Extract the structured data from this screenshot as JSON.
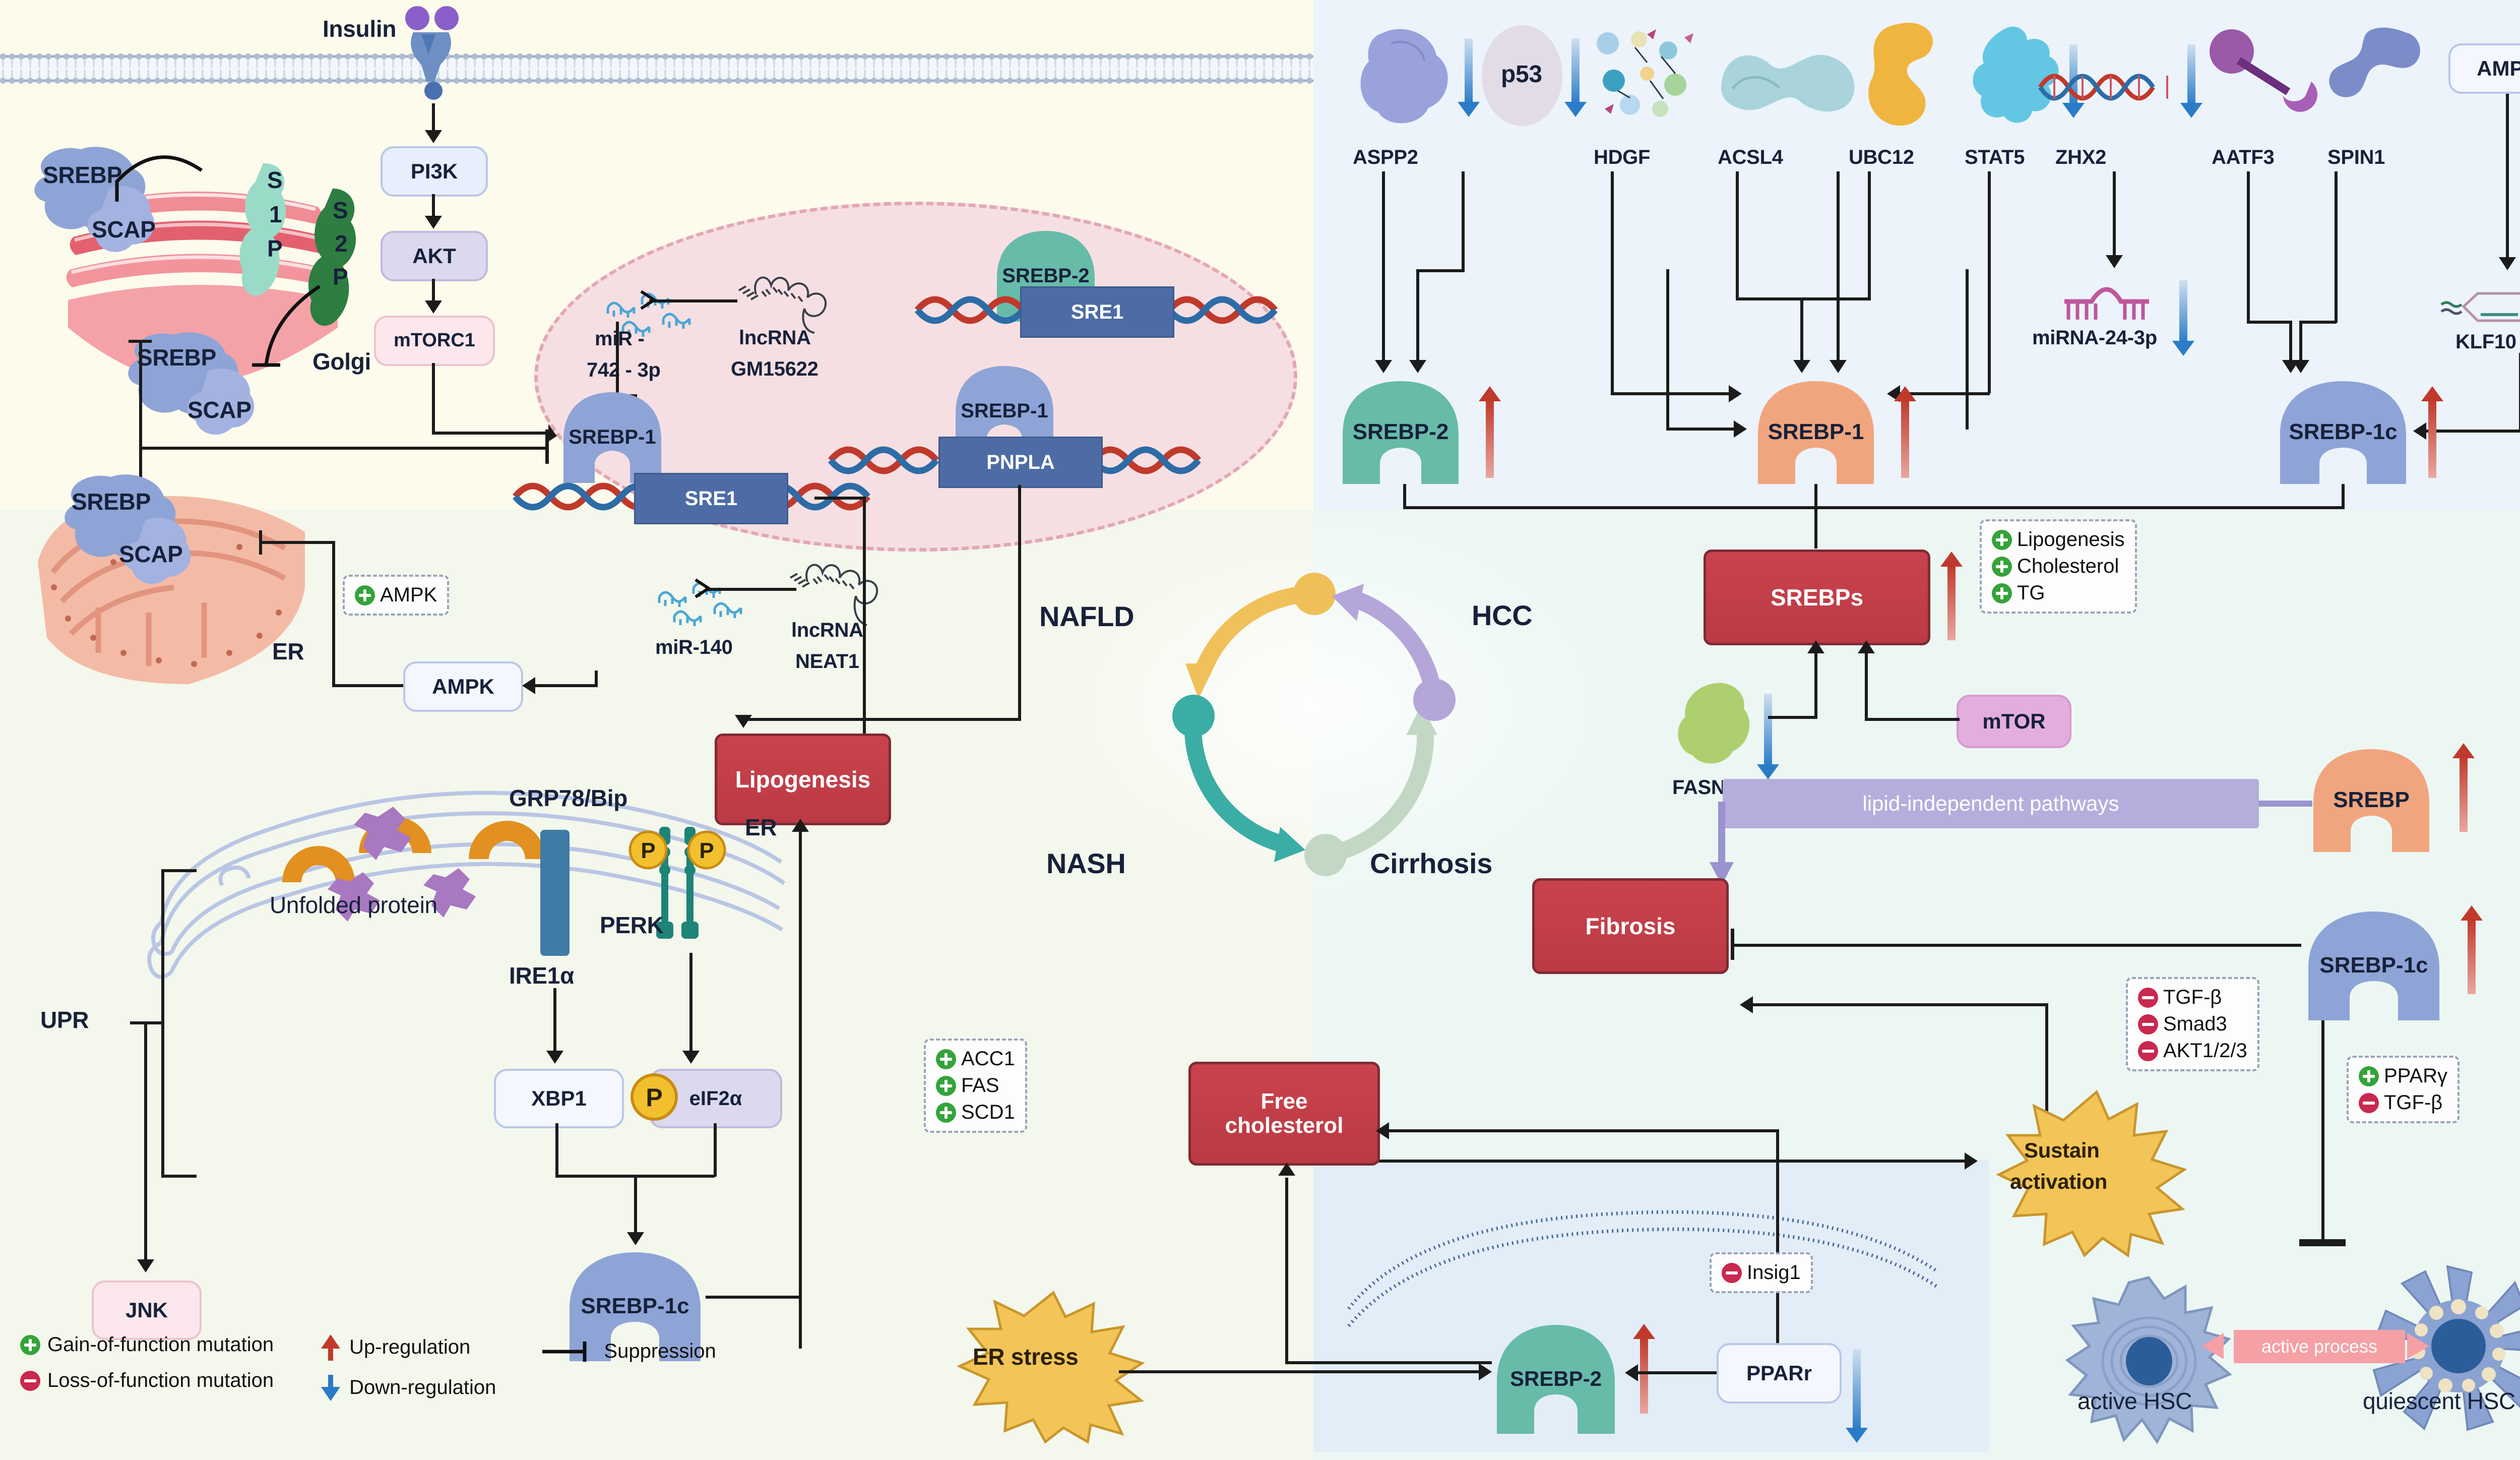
{
  "quadrants": {
    "top_left_bg": "#fdfbec",
    "top_right_bg": "#ecf3fb",
    "bottom_left_bg": "#f4f7ec",
    "bottom_right_bg": "#ecf7f3",
    "sub_panel_bg": "#e3edf8",
    "nucleus_bg": "#f6dfe2"
  },
  "top_left": {
    "insulin": "Insulin",
    "pi3k": "PI3K",
    "akt": "AKT",
    "mtorc1": "mTORC1",
    "golgi": "Golgi",
    "er": "ER",
    "srebp_golgi_top": "SREBP",
    "scap_golgi_top": "SCAP",
    "srebp_golgi_bottom": "SREBP",
    "scap_golgi_bottom": "SCAP",
    "s1p": "S\n1\nP",
    "s1p_chars": [
      "S",
      "1",
      "P"
    ],
    "s2p_chars": [
      "S",
      "2",
      "P"
    ],
    "srebp_er": "SREBP",
    "scap_er": "SCAP",
    "ampk_node": "AMPK",
    "ampk_gain": "AMPK"
  },
  "nucleus": {
    "mir742": "miR -\n742 - 3p",
    "mir742_l1": "miR -",
    "mir742_l2": "742 - 3p",
    "lncrna_gm15622_l1": "lncRNA",
    "lncrna_gm15622_l2": "GM15622",
    "mir140": "miR-140",
    "lncrna_neat1_l1": "lncRNA",
    "lncrna_neat1_l2": "NEAT1",
    "srebp1_left": "SREBP-1",
    "srebp1_right": "SREBP-1",
    "srebp2": "SREBP-2",
    "sre1_left": "SRE1",
    "sre1_right": "SRE1",
    "pnpla": "PNPLA"
  },
  "center_cycle": {
    "nafld": "NAFLD",
    "hcc": "HCC",
    "nash": "NASH",
    "cirrhosis": "Cirrhosis",
    "colors": {
      "nafld": "#f0c05a",
      "nash": "#3aada4",
      "cirrhosis": "#c3d8c4",
      "hcc": "#b5a6da"
    }
  },
  "lipogenesis": {
    "label": "Lipogenesis",
    "targets": [
      "ACC1",
      "FAS",
      "SCD1"
    ],
    "target_signs": [
      "plus",
      "plus",
      "plus"
    ]
  },
  "top_right": {
    "regulators": [
      {
        "name": "ASPP2",
        "icon": "protein-blob-blue",
        "arrow": "down"
      },
      {
        "name": "p53",
        "icon": "oval-p53",
        "arrow": "down"
      },
      {
        "name": "HDGF",
        "icon": "particle-cluster",
        "arrow": "none"
      },
      {
        "name": "ACSL4",
        "icon": "protein-blob-teal",
        "arrow": "none"
      },
      {
        "name": "UBC12",
        "icon": "protein-blob-gold",
        "arrow": "none"
      },
      {
        "name": "STAT5",
        "icon": "protein-blob-cyan",
        "arrow": "down"
      },
      {
        "name": "ZHX2",
        "icon": "dna-helix",
        "arrow": "down"
      },
      {
        "name": "AATF3",
        "icon": "dumbbell-purple",
        "arrow": "none"
      },
      {
        "name": "SPIN1",
        "icon": "protein-blob-indigo",
        "arrow": "none"
      },
      {
        "name": "AMPK",
        "icon": "pill-node",
        "arrow": "down"
      }
    ],
    "mirna_24_3p": "miRNA-24-3p",
    "klf10": "KLF10",
    "srebp2": "SREBP-2",
    "srebp1": "SREBP-1",
    "srebp1c": "SREBP-1c",
    "srebps": "SREBPs",
    "fasn": "FASN",
    "mtor": "mTOR",
    "outcomes": [
      "Lipogenesis",
      "Cholesterol",
      "TG"
    ],
    "outcome_signs": [
      "plus",
      "plus",
      "plus"
    ]
  },
  "bottom_left": {
    "upr": "UPR",
    "grp78": "GRP78/Bip",
    "unfolded_protein": "Unfolded protein",
    "ire1a": "IRE1α",
    "perk": "PERK",
    "er": "ER",
    "xbp1": "XBP1",
    "eif2a": "eIF2α",
    "phospho": "P",
    "srebp1c": "SREBP-1c",
    "jnk": "JNK"
  },
  "bottom_right": {
    "lipid_independent": "lipid-independent pathways",
    "srebp": "SREBP",
    "srebp1c": "SREBP-1c",
    "fibrosis": "Fibrosis",
    "sustain_activation_l1": "Sustain",
    "sustain_activation_l2": "activation",
    "free_cholesterol_l1": "Free",
    "free_cholesterol_l2": "cholesterol",
    "er_stress": "ER stress",
    "srebp2": "SREBP-2",
    "pparr": "PPARr",
    "insig1": "Insig1",
    "active_process": "active process",
    "active_hsc": "active HSC",
    "quiescent_hsc": "quiescent HSC",
    "loss_box": [
      "TGF-β",
      "Smad3",
      "AKT1/2/3"
    ],
    "loss_box_signs": [
      "minus",
      "minus",
      "minus"
    ],
    "ppar_box": [
      "PPARγ",
      "TGF-β"
    ],
    "ppar_box_signs": [
      "plus",
      "minus"
    ]
  },
  "legend": {
    "gain": "Gain-of-function mutation",
    "loss": "Loss-of-function mutation",
    "up": "Up-regulation",
    "down": "Down-regulation",
    "suppression": "Suppression"
  },
  "colors": {
    "up_regulation": "#c0392b",
    "down_regulation": "#2a7cc7",
    "gain_mutation": "#34a33b",
    "loss_mutation": "#c9284f",
    "red_box": "#c9434c",
    "sre_box": "#4d6ca5",
    "srebp2_blob": "#67bba9",
    "srebp1_blob": "#f1a57e",
    "srebp1c_blob": "#8ea4d6"
  }
}
